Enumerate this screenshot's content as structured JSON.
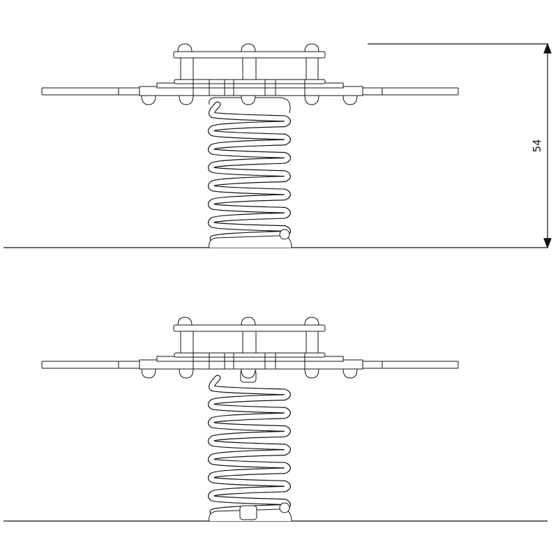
{
  "drawing": {
    "views": [
      {
        "name": "spring-rocker-view-compressed",
        "variant": "top"
      },
      {
        "name": "spring-rocker-view-alternate",
        "variant": "bottom"
      }
    ],
    "dimension": {
      "label": "54"
    },
    "colors": {
      "line": "#111111",
      "background": "#ffffff"
    }
  }
}
